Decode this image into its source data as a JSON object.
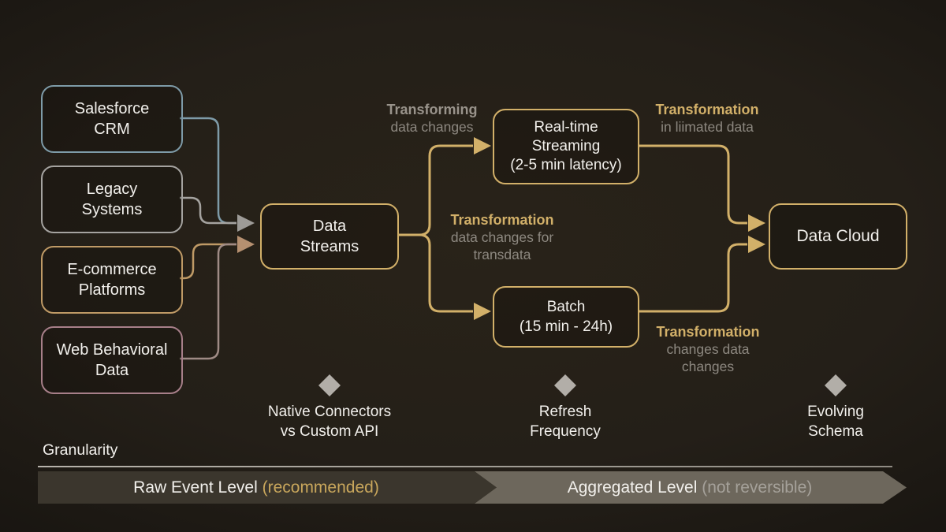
{
  "palette": {
    "background": "#241f18",
    "gold": "#d2b069",
    "teal": "#7e9ba8",
    "gray": "#a5a3a0",
    "tan": "#bf9a66",
    "mauve": "#a77f89",
    "diamond": "#b2aea8",
    "text_white": "#f2f0ec",
    "label_gray": "#8d8880"
  },
  "nodes": {
    "salesforce": {
      "line1": "Salesforce",
      "line2": "CRM"
    },
    "legacy": {
      "line1": "Legacy",
      "line2": "Systems"
    },
    "ecommerce": {
      "line1": "E-commerce",
      "line2": "Platforms"
    },
    "web": {
      "line1": "Web Behavioral",
      "line2": "Data"
    },
    "streams": {
      "line1": "Data",
      "line2": "Streams"
    },
    "realtime": {
      "line1": "Real-time",
      "line2": "Streaming",
      "line3": "(2-5 min latency)"
    },
    "batch": {
      "line1": "Batch",
      "line2": "(15 min - 24h)"
    },
    "cloud": {
      "line1": "Data Cloud"
    }
  },
  "annotations": {
    "a1": {
      "title": "Transforming",
      "line1": "data changes"
    },
    "a2": {
      "title": "Transformation",
      "line1": "in liimated data"
    },
    "a3": {
      "title": "Transformation",
      "line1": "data changes for",
      "line2": "transdata"
    },
    "a4": {
      "title": "Transformation",
      "line1": "changes data",
      "line2": "changes"
    }
  },
  "milestones": [
    {
      "line1": "Native Connectors",
      "line2": "vs Custom API"
    },
    {
      "line1": "Refresh",
      "line2": "Frequency"
    },
    {
      "line1": "Evolving",
      "line2": "Schema"
    }
  ],
  "granularity": {
    "title": "Granularity",
    "left_main": "Raw Event Level ",
    "left_note": "(recommended)",
    "right_main": "Aggregated Level ",
    "right_note": "(not reversible)"
  }
}
